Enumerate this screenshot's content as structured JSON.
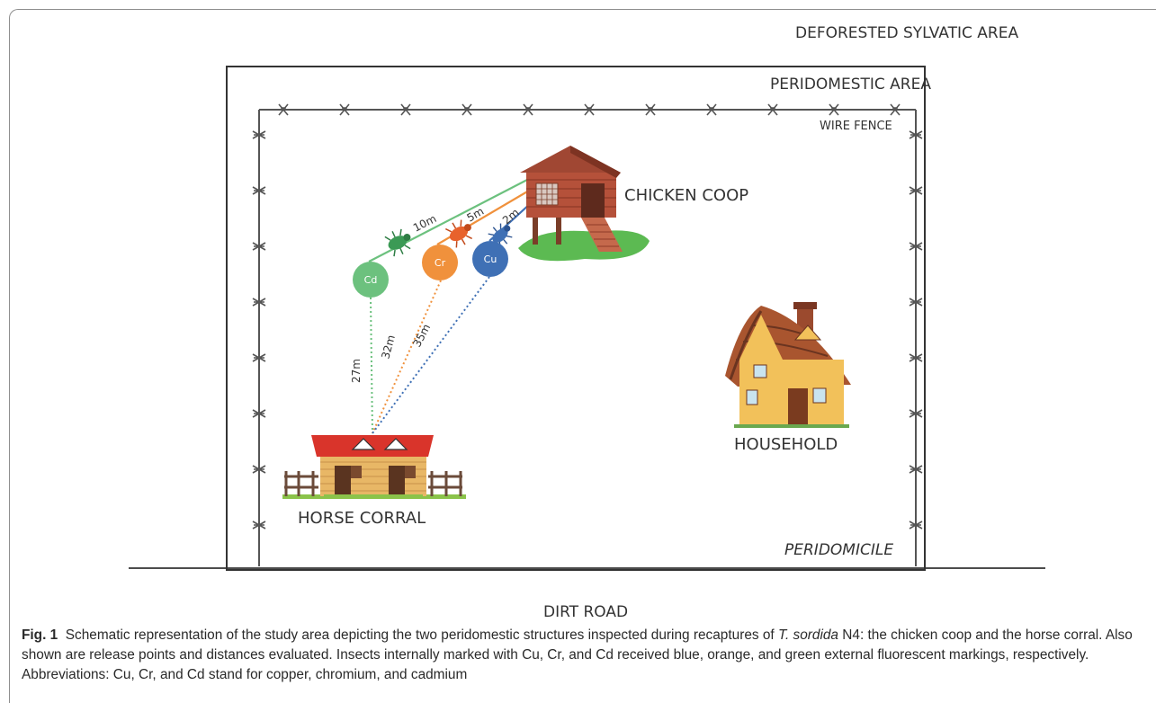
{
  "labels": {
    "sylvatic": "DEFORESTED SYLVATIC AREA",
    "peridomestic": "PERIDOMESTIC AREA",
    "wire_fence": "WIRE FENCE",
    "chicken_coop": "CHICKEN COOP",
    "household": "HOUSEHOLD",
    "horse_corral": "HORSE CORRAL",
    "peridomicile": "PERIDOMICILE",
    "dirt_road": "DIRT ROAD"
  },
  "release_points": [
    {
      "code": "Cd",
      "color": "#6cc17e",
      "dist_coop": "10m",
      "dist_corral": "27m"
    },
    {
      "code": "Cr",
      "color": "#f0913c",
      "dist_coop": "5m",
      "dist_corral": "32m"
    },
    {
      "code": "Cu",
      "color": "#3f70b5",
      "dist_coop": "2m",
      "dist_corral": "35m"
    }
  ],
  "colors": {
    "green": "#6cc17e",
    "orange": "#f0913c",
    "blue": "#3f70b5",
    "fence": "#555555"
  },
  "caption": {
    "fig": "Fig. 1",
    "text1": "Schematic representation of the study area depicting the two peridomestic structures inspected during recaptures of ",
    "species": "T. sordida",
    "text2": " N4: the chicken coop and the horse corral. Also shown are release points and distances evaluated. Insects internally marked with Cu, Cr, and Cd received blue, orange, and green external fluorescent markings, respectively. Abbreviations: Cu, Cr, and Cd stand for copper, chromium, and cadmium"
  }
}
